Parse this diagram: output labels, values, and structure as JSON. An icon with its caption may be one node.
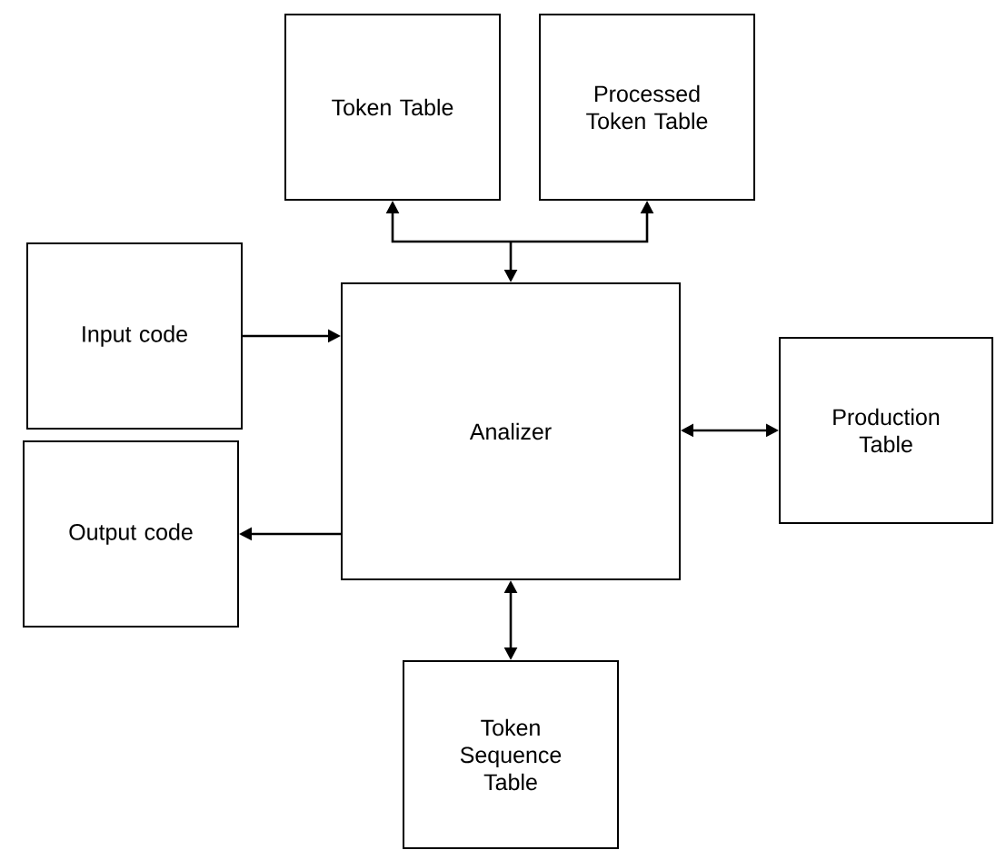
{
  "diagram": {
    "nodes": [
      {
        "text": [
          "Token Table"
        ]
      },
      {
        "text": [
          "Processed Token Table"
        ]
      },
      {
        "text": [
          "Input code"
        ]
      },
      {
        "text": [
          "Analizer"
        ]
      },
      {
        "text": [
          "Production Table"
        ]
      },
      {
        "text": [
          "Output code"
        ]
      },
      {
        "text": [
          "Token Sequence Table"
        ]
      }
    ],
    "edges": [
      {
        "from": 3,
        "to": 0,
        "arrow": "both"
      },
      {
        "from": 3,
        "to": 1,
        "arrow": "both"
      },
      {
        "from": 2,
        "to": 3,
        "arrow": "to"
      },
      {
        "from": 3,
        "to": 4,
        "arrow": "both"
      },
      {
        "from": 3,
        "to": 5,
        "arrow": "to"
      },
      {
        "from": 3,
        "to": 6,
        "arrow": "both"
      }
    ]
  }
}
